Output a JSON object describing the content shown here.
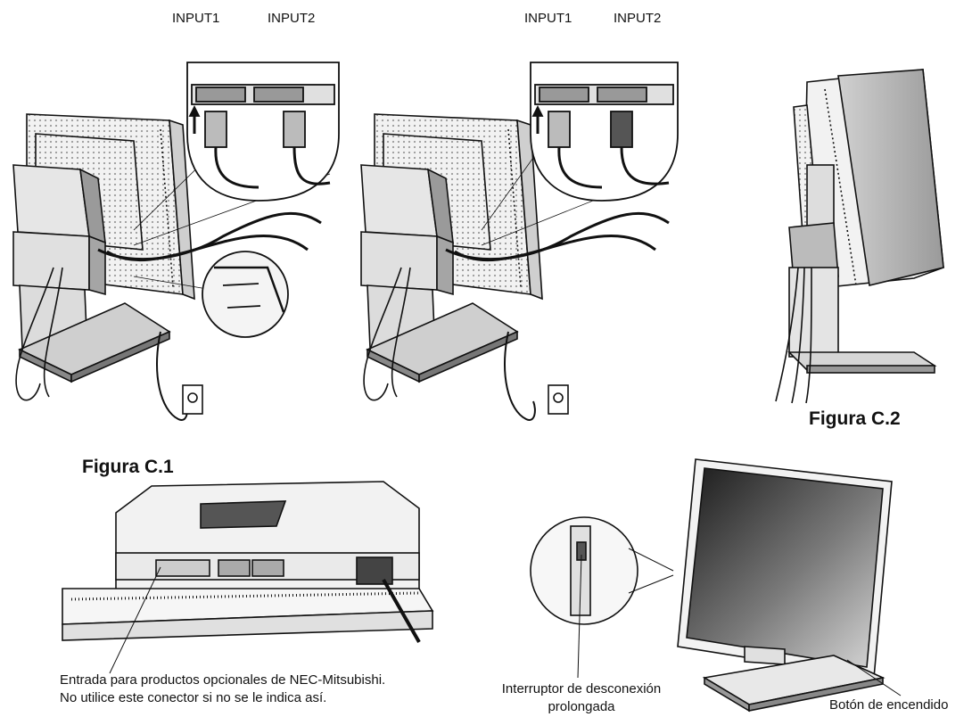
{
  "figure1": {
    "title": "Figura C.1",
    "left_panel": {
      "port_label_1": "INPUT1",
      "port_label_2": "INPUT2"
    },
    "right_panel": {
      "port_label_1": "INPUT1",
      "port_label_2": "INPUT2"
    }
  },
  "figure2": {
    "title": "Figura C.2"
  },
  "bottom_left": {
    "callout_line1": "Entrada para productos opcionales de NEC-Mitsubishi.",
    "callout_line2": "No utilice este conector si no se le indica así."
  },
  "bottom_right": {
    "switch_line1": "Interruptor de desconexión",
    "switch_line2": "prolongada",
    "power_button_label": "Botón de encendido"
  },
  "colors": {
    "ink": "#111111",
    "panel": "#e8e8e8",
    "dark": "#555555",
    "screen": "#3a3a3a"
  }
}
